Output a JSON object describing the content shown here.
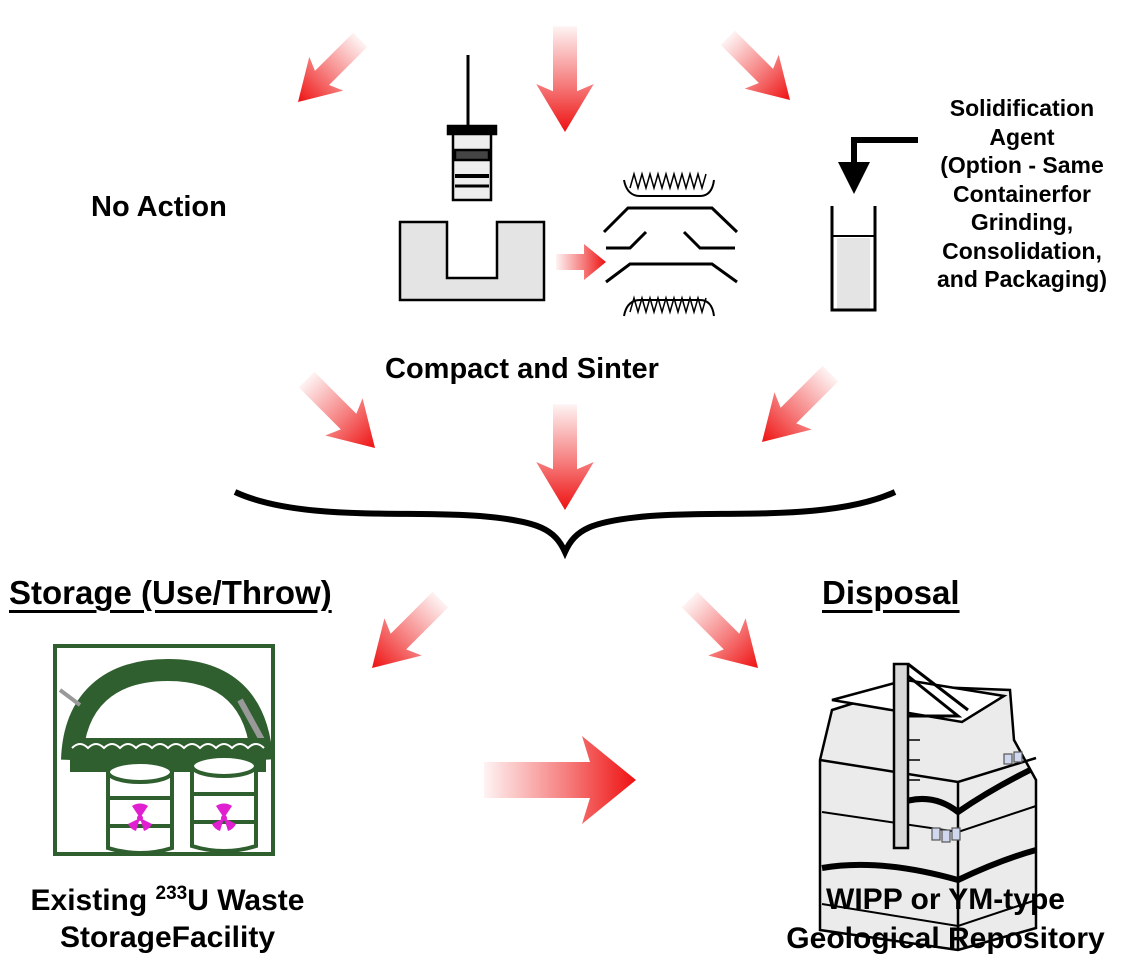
{
  "labels": {
    "no_action": "No Action",
    "compact_sinter": "Compact and Sinter",
    "solid_line1": "Solidification",
    "solid_line2": "Agent",
    "solid_line3": "(Option - Same",
    "solid_line4": "Containerfor",
    "solid_line5": "Grinding,",
    "solid_line6": "Consolidation,",
    "solid_line7": "and Packaging)",
    "storage_heading": "Storage (Use/Throw)",
    "disposal_heading": "Disposal",
    "existing_prefix": "Existing ",
    "existing_sup": "233",
    "existing_suffix": "U Waste",
    "storage_facility": "StorageFacility",
    "repo_line1": "WIPP or YM-type",
    "repo_line2": "Geological Repository"
  },
  "colors": {
    "arrow": "#ee1111",
    "barrel_green": "#2f5e2f",
    "radiation_magenta": "#e020d0"
  },
  "icons": [
    "press-icon",
    "sinter-furnace-icon",
    "container-icon",
    "storage-facility-icon",
    "repository-icon"
  ]
}
